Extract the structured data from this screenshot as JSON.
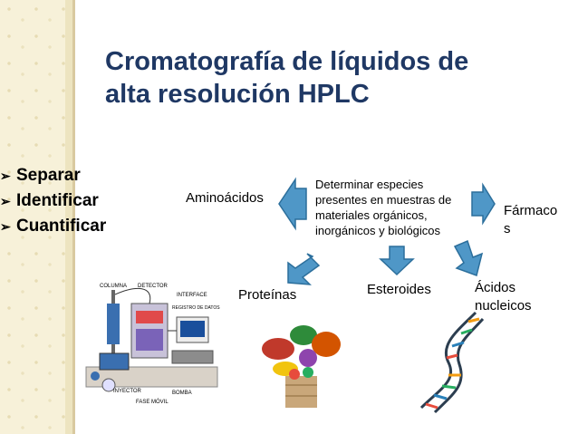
{
  "slide": {
    "title_line1": "Cromatografía de líquidos de",
    "title_line2": "alta resolución HPLC"
  },
  "bullets": [
    {
      "label": "Separar"
    },
    {
      "label": "Identificar"
    },
    {
      "label": "Cuantificar"
    }
  ],
  "diagram": {
    "center": [
      "Determinar especies",
      "presentes en muestras de",
      "materiales orgánicos,",
      "inorgánicos y biológicos"
    ],
    "left": "Aminoácidos",
    "right_line1": "Fármaco",
    "right_line2": "s",
    "bottom_left": "Proteínas",
    "bottom_center": "Esteroides",
    "bottom_right_line1": "Ácidos",
    "bottom_right_line2": "nucleicos"
  },
  "equipment_labels": [
    "COLUMNA",
    "DETECTOR",
    "INTERFACE",
    "REGISTRO DE DATOS",
    "BOMBA",
    "INYECTOR",
    "FASE MÓVIL"
  ],
  "colors": {
    "title": "#1f3864",
    "arrow_fill": "#4f97c7",
    "arrow_stroke": "#2c6f9c",
    "band": "#f7f1d9"
  }
}
